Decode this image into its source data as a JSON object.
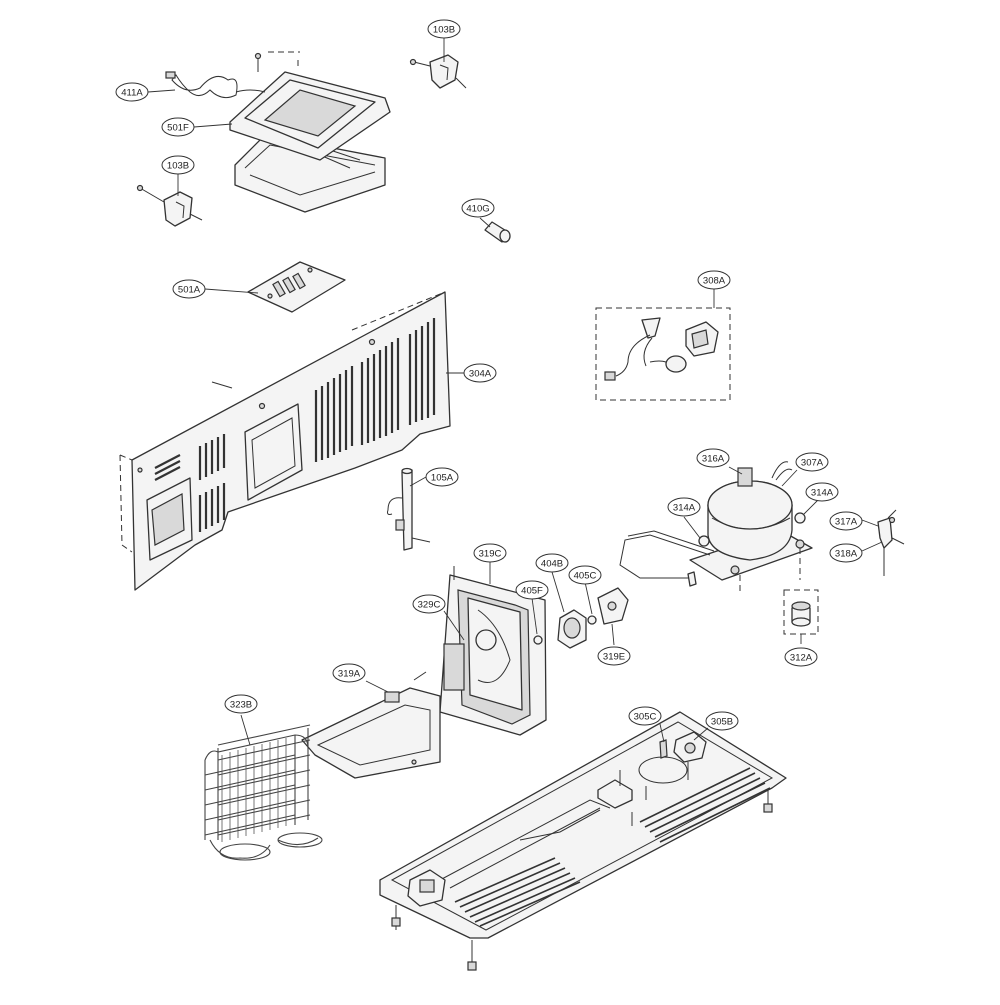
{
  "parts": [
    {
      "id": "103B_top",
      "label": "103B"
    },
    {
      "id": "411A",
      "label": "411A"
    },
    {
      "id": "501F",
      "label": "501F"
    },
    {
      "id": "103B_left",
      "label": "103B"
    },
    {
      "id": "410G",
      "label": "410G"
    },
    {
      "id": "501A",
      "label": "501A"
    },
    {
      "id": "308A",
      "label": "308A"
    },
    {
      "id": "304A",
      "label": "304A"
    },
    {
      "id": "105A",
      "label": "105A"
    },
    {
      "id": "316A",
      "label": "316A"
    },
    {
      "id": "307A",
      "label": "307A"
    },
    {
      "id": "314A_left",
      "label": "314A"
    },
    {
      "id": "314A_right",
      "label": "314A"
    },
    {
      "id": "317A",
      "label": "317A"
    },
    {
      "id": "318A",
      "label": "318A"
    },
    {
      "id": "319C",
      "label": "319C"
    },
    {
      "id": "404B",
      "label": "404B"
    },
    {
      "id": "405C",
      "label": "405C"
    },
    {
      "id": "405F",
      "label": "405F"
    },
    {
      "id": "329C",
      "label": "329C"
    },
    {
      "id": "319E",
      "label": "319E"
    },
    {
      "id": "312A",
      "label": "312A"
    },
    {
      "id": "319A",
      "label": "319A"
    },
    {
      "id": "323B",
      "label": "323B"
    },
    {
      "id": "305C",
      "label": "305C"
    },
    {
      "id": "305B",
      "label": "305B"
    }
  ]
}
